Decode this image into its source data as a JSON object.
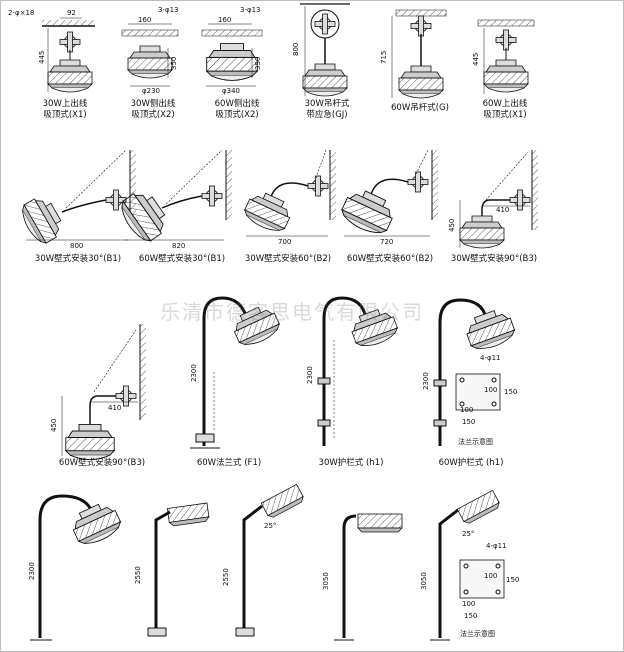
{
  "watermark": "乐清市德客思电气有限公司",
  "captions": [
    {
      "l1": "30W上出线",
      "l2": "吸顶式(X1)"
    },
    {
      "l1": "30W侧出线",
      "l2": "吸顶式(X2)"
    },
    {
      "l1": "60W侧出线",
      "l2": "吸顶式(X2)"
    },
    {
      "l1": "30W吊杆式",
      "l2": "带应急(GJ)"
    },
    {
      "l1": "60W吊杆式(G)",
      "l2": ""
    },
    {
      "l1": "60W上出线",
      "l2": "吸顶式(X1)"
    },
    {
      "l1": "30W壁式安装30°(B1)",
      "l2": ""
    },
    {
      "l1": "60W壁式安装30°(B1)",
      "l2": ""
    },
    {
      "l1": "30W壁式安装60°(B2)",
      "l2": ""
    },
    {
      "l1": "60W壁式安装60°(B2)",
      "l2": ""
    },
    {
      "l1": "30W壁式安装90°(B3)",
      "l2": ""
    },
    {
      "l1": "60W壁式安装90°(B3)",
      "l2": ""
    },
    {
      "l1": "60W法兰式 (F1)",
      "l2": ""
    },
    {
      "l1": "30W护栏式 (h1)",
      "l2": ""
    },
    {
      "l1": "60W护栏式 (h1)",
      "l2": ""
    }
  ],
  "dims": {
    "r1_d1": "2-φ×18",
    "r1_d2": "92",
    "r1_d3": "445",
    "r1_d4": "160",
    "r1_d5": "3-φ13",
    "r1_d6": "350",
    "r1_d7": "φ230",
    "r1_d8": "160",
    "r1_d9": "3-φ13",
    "r1_d10": "350",
    "r1_d11": "φ340",
    "r1_d12": "800",
    "r1_d13": "715",
    "r1_d14": "445",
    "r2_d1": "800",
    "r2_d2": "820",
    "r2_d3": "700",
    "r2_d4": "720",
    "r2_d5": "410",
    "r2_d6": "450",
    "r3_d1": "410",
    "r3_d2": "450",
    "r3_d3": "2300",
    "r3_d4": "2300",
    "r3_d5": "2300",
    "r3_d6": "4-φ11",
    "r3_d7": "100",
    "r3_d8": "150",
    "r3_d9": "100",
    "r3_d10": "150",
    "r4_d1": "2300",
    "r4_d2": "2550",
    "r4_d3": "2550",
    "r4_d4": "25°",
    "r4_d5": "3050",
    "r4_d6": "3050",
    "r4_d7": "25°",
    "r4_d8": "4-φ11",
    "r4_d9": "100",
    "r4_d10": "150",
    "r4_d11": "100",
    "r4_d12": "150"
  },
  "flange": {
    "l1": "法兰示意图",
    "l2": "法兰示意图"
  }
}
